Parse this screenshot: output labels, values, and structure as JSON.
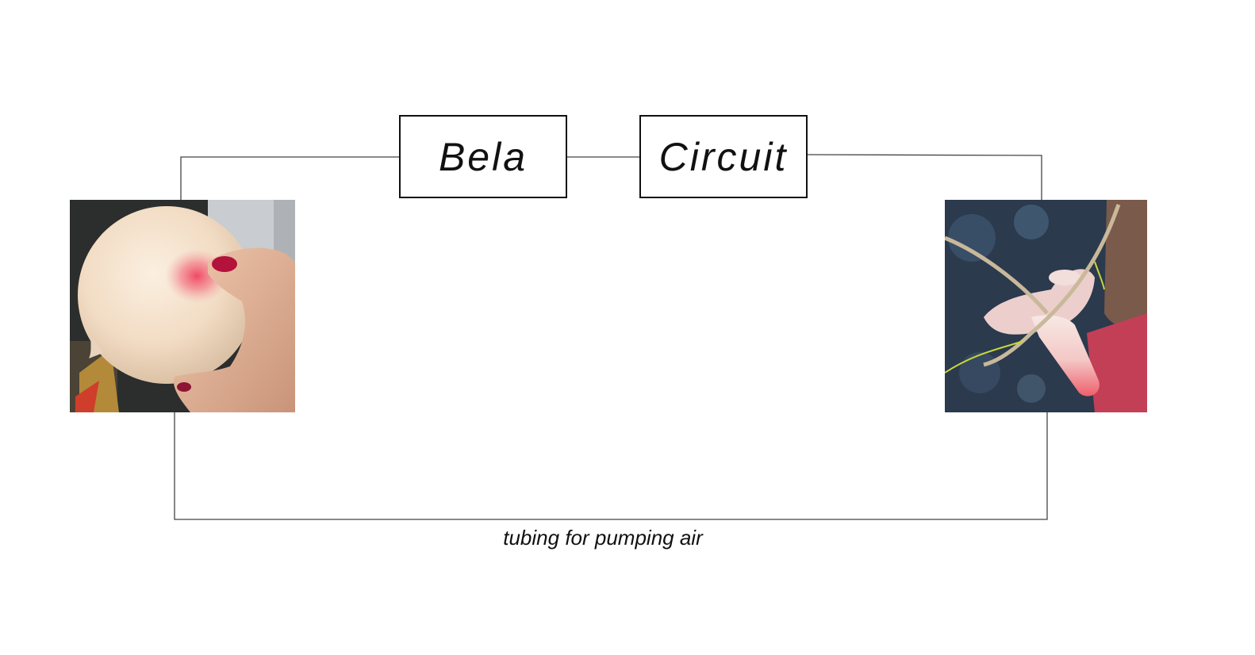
{
  "diagram": {
    "blocks": {
      "bela": "Bela",
      "circuit": "Circuit"
    },
    "caption": "tubing for pumping air",
    "photos": {
      "left": "silicone-breast-prototype-photo",
      "right": "silicone-phallic-prototype-photo"
    }
  }
}
